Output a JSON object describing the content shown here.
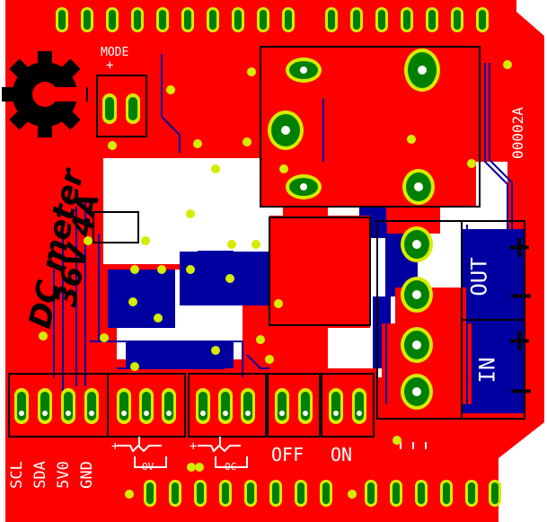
{
  "board": {
    "title_line1": "DC meter",
    "title_line2": "36V 4A",
    "revision": "00002A",
    "logo": "gear-logo",
    "colors": {
      "copper_top": "#ff0000",
      "copper_bottom": "#0000a0",
      "background": "#ffffff",
      "silkscreen": "#ffffff",
      "outline": "#000000",
      "pad": "#008000",
      "pad_outer": "#d4ec00"
    }
  },
  "labels": {
    "mode": "MODE",
    "mode_plus": "+",
    "scl": "SCL",
    "sda": "SDA",
    "v5": "5V0",
    "gnd": "GND",
    "ov": "OV",
    "oc": "OC",
    "off": "OFF",
    "on": "ON",
    "out": "OUT",
    "in": "IN",
    "plus": "+",
    "minus": "−",
    "pot_plus": "+",
    "pot_plus2": "+"
  }
}
